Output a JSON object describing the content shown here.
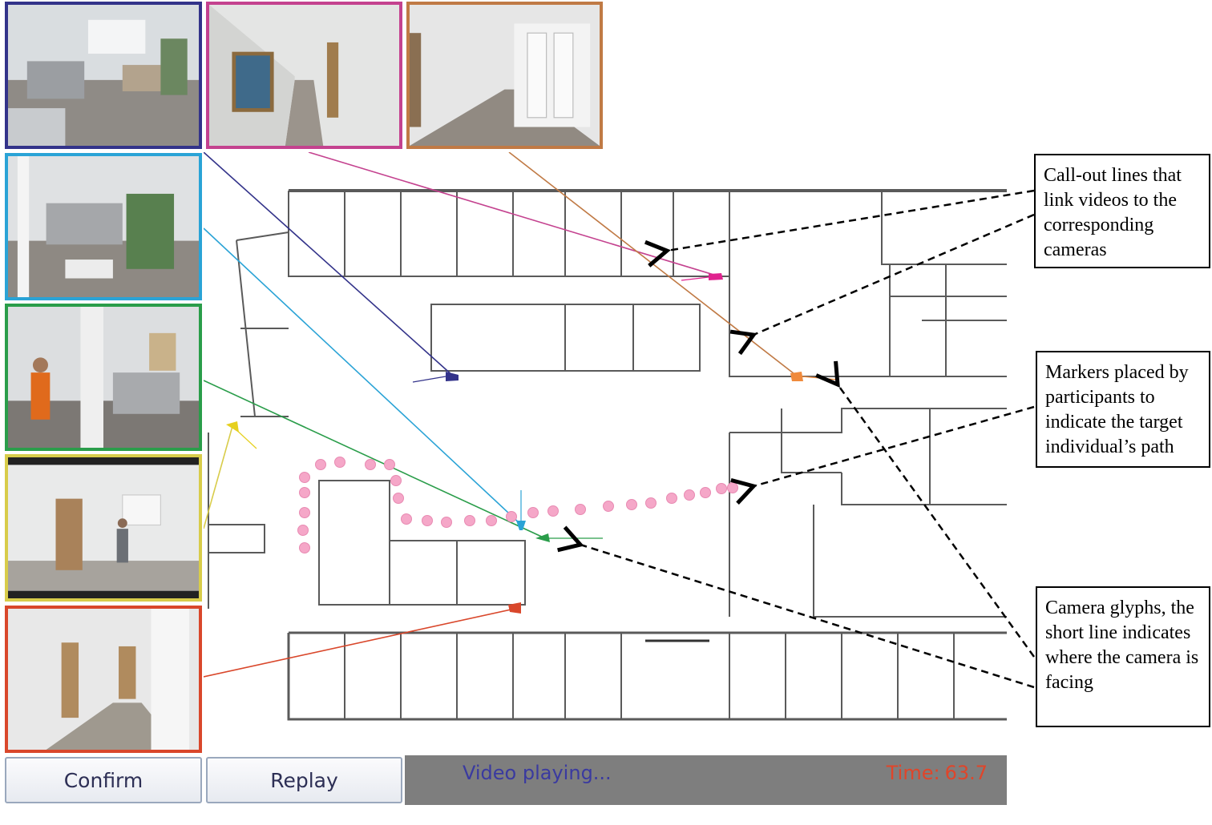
{
  "thumbnails": [
    {
      "id": "cam-1",
      "color": "#33338a"
    },
    {
      "id": "cam-2",
      "color": "#c4428f"
    },
    {
      "id": "cam-3",
      "color": "#c07a45"
    },
    {
      "id": "cam-4",
      "color": "#2aa3d6"
    },
    {
      "id": "cam-5",
      "color": "#2a9d4a"
    },
    {
      "id": "cam-6",
      "color": "#d8cc4a"
    },
    {
      "id": "cam-7",
      "color": "#d9472b"
    }
  ],
  "callouts": {
    "lines": "Call-out lines that link videos to the corresponding cameras",
    "markers": "Markers placed by participants to indicate the target individual’s path",
    "glyphs": "Camera glyphs, the short line indicates where the camera is facing"
  },
  "controls": {
    "confirm_label": "Confirm",
    "replay_label": "Replay",
    "status": "Video playing...",
    "time_label": "Time:",
    "time_value": "63.7"
  },
  "colors": {
    "status_bar": "#7e7e7e",
    "status_text": "#3a3aa0",
    "time_text": "#e0452a",
    "path_marker": "#f5a7c8"
  },
  "icons": [
    "camera-glyph-icon",
    "path-marker-icon"
  ]
}
